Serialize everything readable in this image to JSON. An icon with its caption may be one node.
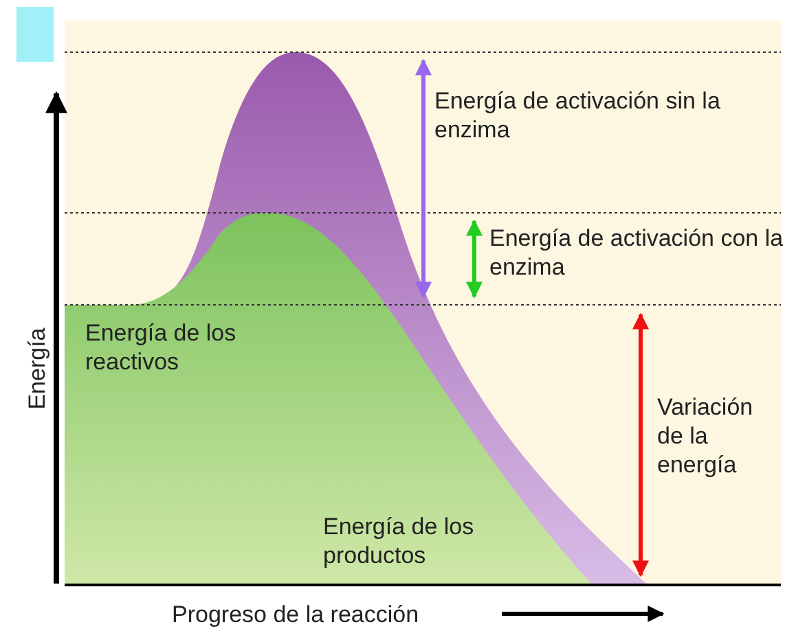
{
  "diagram": {
    "labels": [
      "Energía de activación sin la enzima",
      "Energía de activación con la enzima",
      "Energía de los reactivos",
      "Variación de la energía",
      "Energía",
      "Energía de los productos",
      "Progreso de la reacción"
    ]
  }
}
